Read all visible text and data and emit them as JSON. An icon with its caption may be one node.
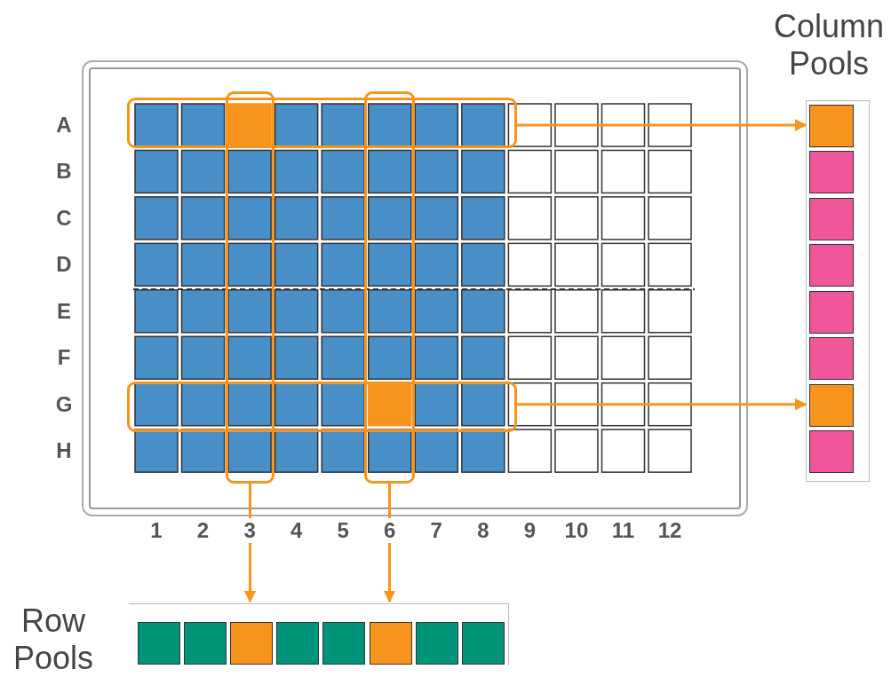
{
  "diagram": {
    "nodes": [
      {
        "text": [],
        "shape": "box"
      },
      {
        "text": [],
        "shape": "box",
        "in": 0
      },
      {
        "text": [],
        "shape": "box",
        "in": 0
      },
      {
        "text": [],
        "shape": "box",
        "in": 0
      },
      {
        "text": [],
        "shape": "box",
        "in": 0
      },
      {
        "text": [
          "Column Pools"
        ]
      },
      {
        "text": [],
        "shape": "box",
        "in": 5
      },
      {
        "text": [],
        "shape": "box",
        "in": 5
      },
      {
        "text": [],
        "shape": "box",
        "in": 5
      },
      {
        "text": [],
        "shape": "box",
        "in": 5
      },
      {
        "text": [],
        "shape": "box",
        "in": 5
      },
      {
        "text": [],
        "shape": "box",
        "in": 5
      },
      {
        "text": [],
        "shape": "box",
        "in": 5
      },
      {
        "text": [],
        "shape": "box",
        "in": 5
      },
      {
        "text": [
          "Row Pools"
        ]
      },
      {
        "text": [],
        "shape": "box",
        "in": 14
      },
      {
        "text": [],
        "shape": "box",
        "in": 14
      },
      {
        "text": [],
        "shape": "box",
        "in": 14
      },
      {
        "text": [],
        "shape": "box",
        "in": 14
      },
      {
        "text": [],
        "shape": "box",
        "in": 14
      },
      {
        "text": [],
        "shape": "box",
        "in": 14
      },
      {
        "text": [],
        "shape": "box",
        "in": 14
      },
      {
        "text": [],
        "shape": "box",
        "in": 14
      }
    ],
    "edges": [
      {
        "from": 1,
        "to": 6,
        "arrow": "to"
      },
      {
        "from": 4,
        "to": 12,
        "arrow": "to"
      },
      {
        "from": 2,
        "to": 17,
        "arrow": "to"
      },
      {
        "from": 3,
        "to": 20,
        "arrow": "to"
      }
    ],
    "labels": [
      "A",
      "B",
      "C",
      "D",
      "E",
      "F",
      "G",
      "H",
      "1",
      "2",
      "3",
      "4",
      "5",
      "6",
      "7",
      "8",
      "9",
      "10",
      "11",
      "12"
    ]
  }
}
